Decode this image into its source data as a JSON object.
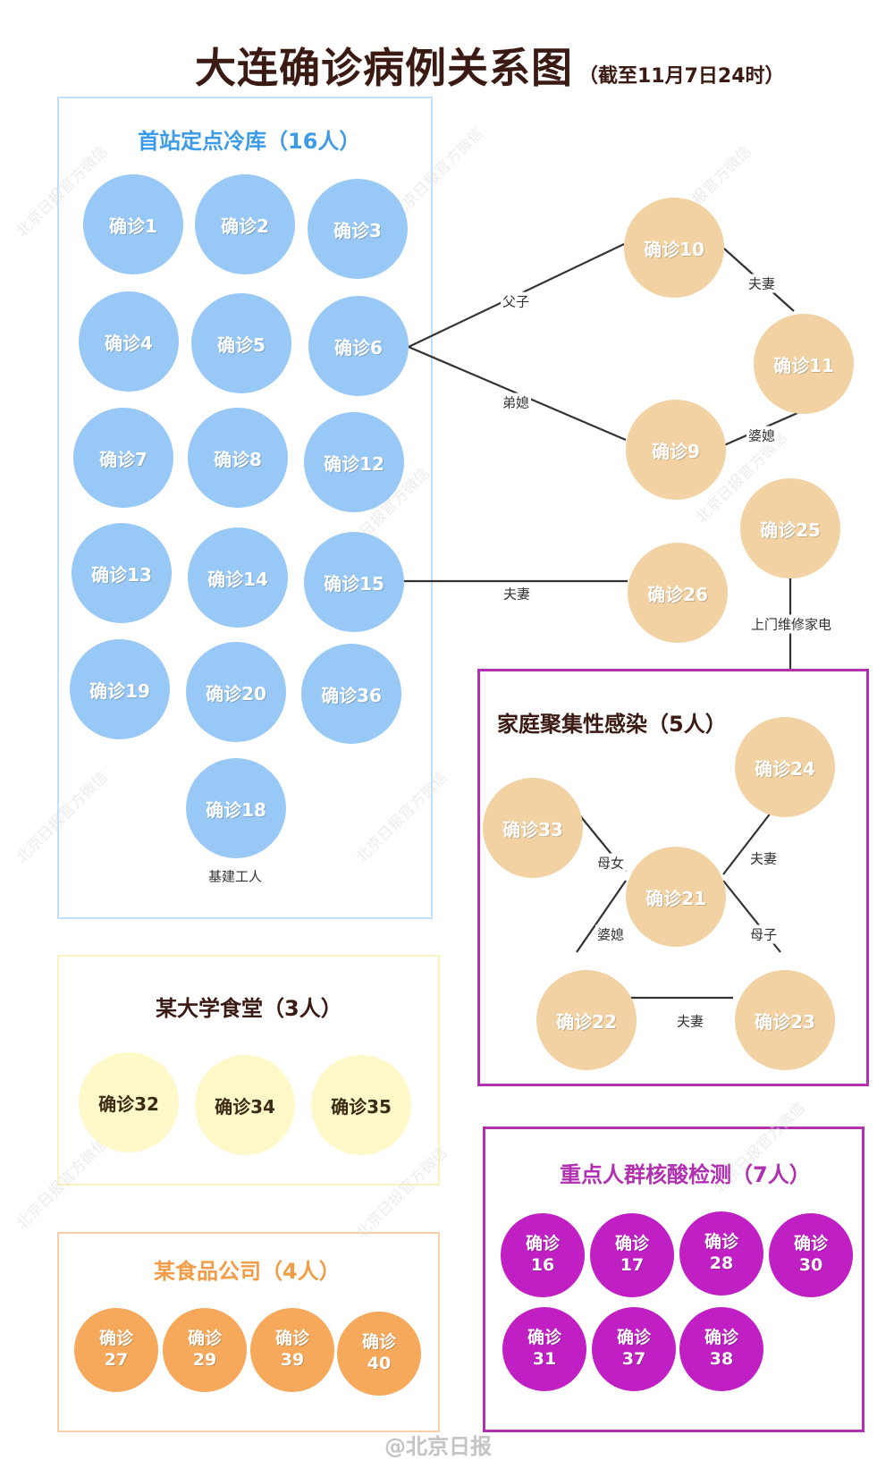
{
  "title": {
    "main": "大连确诊病例关系图",
    "sub": "（截至11月7日24时）"
  },
  "colors": {
    "title": "#3a1a12",
    "coldstore": "#97c8f6",
    "coldstore_title": "#3c9be8",
    "related": "#f2d1a2",
    "canteen": "#fff9c9",
    "food": "#f7a95b",
    "screening": "#c01fc4",
    "frame_purple": "#b12fb1"
  },
  "groups": {
    "coldstore": {
      "title": "首站定点冷库（16人）",
      "nodes": [
        "确诊1",
        "确诊2",
        "确诊3",
        "确诊4",
        "确诊5",
        "确诊6",
        "确诊7",
        "确诊8",
        "确诊12",
        "确诊13",
        "确诊14",
        "确诊15",
        "确诊19",
        "确诊20",
        "确诊36",
        "确诊18"
      ],
      "note": "基建工人"
    },
    "family": {
      "title": "家庭聚集性感染（5人）",
      "nodes": [
        "确诊24",
        "确诊33",
        "确诊21",
        "确诊22",
        "确诊23"
      ]
    },
    "canteen": {
      "title": "某大学食堂（3人）",
      "nodes": [
        "确诊32",
        "确诊34",
        "确诊35"
      ]
    },
    "food": {
      "title": "某食品公司（4人）",
      "nodes": [
        [
          "确诊",
          "27"
        ],
        [
          "确诊",
          "29"
        ],
        [
          "确诊",
          "39"
        ],
        [
          "确诊",
          "40"
        ]
      ]
    },
    "screening": {
      "title": "重点人群核酸检测（7人）",
      "nodes": [
        [
          "确诊",
          "16"
        ],
        [
          "确诊",
          "17"
        ],
        [
          "确诊",
          "28"
        ],
        [
          "确诊",
          "30"
        ],
        [
          "确诊",
          "31"
        ],
        [
          "确诊",
          "37"
        ],
        [
          "确诊",
          "38"
        ]
      ]
    }
  },
  "related": {
    "nodes": [
      "确诊10",
      "确诊11",
      "确诊9",
      "确诊25",
      "确诊26"
    ]
  },
  "relations": [
    {
      "from": "确诊6",
      "to": "确诊10",
      "label": "父子"
    },
    {
      "from": "确诊6",
      "to": "确诊9",
      "label": "弟媳"
    },
    {
      "from": "确诊10",
      "to": "确诊11",
      "label": "夫妻"
    },
    {
      "from": "确诊11",
      "to": "确诊9",
      "label": "婆媳"
    },
    {
      "from": "确诊15",
      "to": "确诊26",
      "label": "夫妻"
    },
    {
      "from": "确诊25",
      "to": "家庭聚集性感染",
      "label": "上门维修家电"
    },
    {
      "from": "确诊33",
      "to": "确诊21",
      "label": "母女"
    },
    {
      "from": "确诊24",
      "to": "确诊21",
      "label": "夫妻"
    },
    {
      "from": "确诊21",
      "to": "确诊22",
      "label": "婆媳"
    },
    {
      "from": "确诊21",
      "to": "确诊23",
      "label": "母子"
    },
    {
      "from": "确诊22",
      "to": "确诊23",
      "label": "夫妻"
    }
  ],
  "watermark": "北京日报官方微信",
  "source": "@北京日报"
}
